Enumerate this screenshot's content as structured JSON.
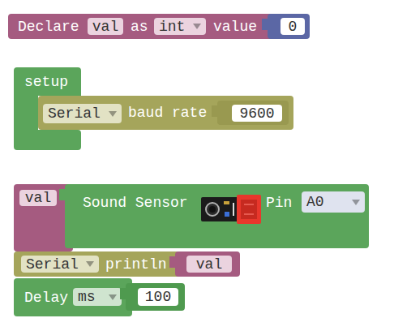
{
  "diagram": {
    "nodes": [
      {
        "text": [
          "Declare",
          "val",
          "as",
          "int",
          "value"
        ]
      },
      {
        "text": [
          "0"
        ],
        "in": 0
      },
      {
        "text": [
          "setup"
        ]
      },
      {
        "text": [
          "Serial",
          "baud rate"
        ],
        "in": 2
      },
      {
        "text": [
          "9600"
        ],
        "in": 3
      },
      {
        "text": [
          "val"
        ]
      },
      {
        "text": [
          "Sound Sensor",
          "Pin",
          "A0"
        ],
        "in": 5
      },
      {
        "text": [
          "Serial",
          "println"
        ]
      },
      {
        "text": [
          "val"
        ],
        "in": 7
      },
      {
        "text": [
          "Delay",
          "ms"
        ]
      },
      {
        "text": [
          "100"
        ],
        "in": 9
      }
    ]
  }
}
